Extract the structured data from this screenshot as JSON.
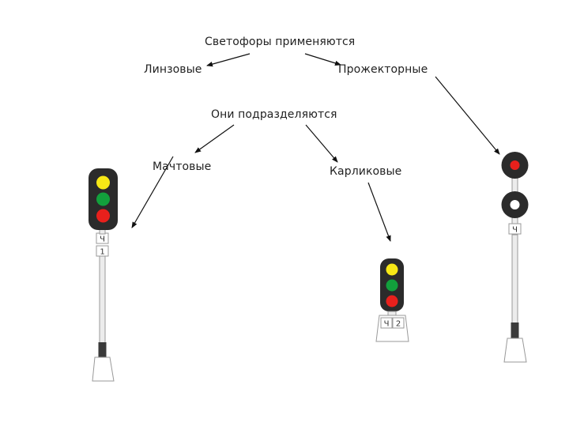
{
  "diagram": {
    "root": "Светофоры применяются",
    "types": {
      "lens": "Линзовые",
      "searchlight": "Прожекторные"
    },
    "subdivision": "Они подразделяются",
    "subtypes": {
      "mast": "Мачтовые",
      "dwarf": "Карликовые"
    }
  },
  "signals": {
    "mast": {
      "lamps": [
        "yellow",
        "green",
        "red"
      ],
      "plate_letter": "Ч",
      "plate_number": "1"
    },
    "dwarf": {
      "lamps": [
        "yellow",
        "green",
        "red"
      ],
      "plate_letter": "Ч",
      "plate_number": "2"
    },
    "searchlight": {
      "lamps": [
        "red",
        "white"
      ],
      "plate_letter": "Ч"
    }
  },
  "colors": {
    "yellow": "#f7e816",
    "green": "#12a03c",
    "red": "#e8201c",
    "white": "#ffffff",
    "housing": "#2b2b2b"
  }
}
